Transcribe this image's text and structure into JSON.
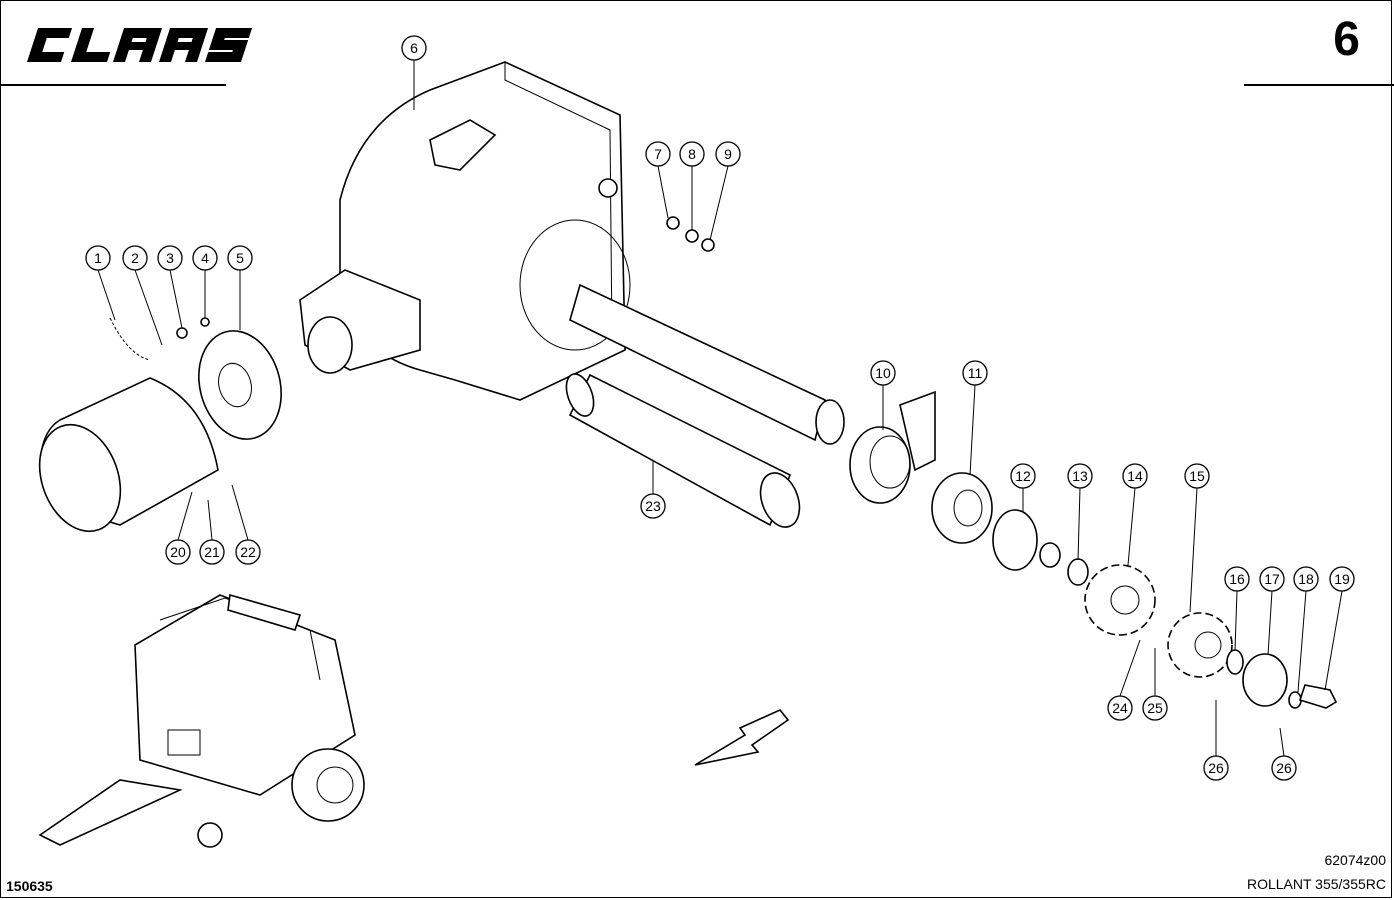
{
  "header": {
    "brand": "CLAAS",
    "page_number": "6"
  },
  "footer": {
    "doc_ref": "150635",
    "drawing_code": "62074z00",
    "model": "ROLLANT 355/355RC"
  },
  "callouts": [
    "1",
    "2",
    "3",
    "4",
    "5",
    "6",
    "7",
    "8",
    "9",
    "10",
    "11",
    "12",
    "13",
    "14",
    "15",
    "16",
    "17",
    "18",
    "19",
    "20",
    "21",
    "22",
    "23",
    "24",
    "25",
    "26",
    "26"
  ],
  "colors": {
    "ink": "#000000",
    "paper": "#ffffff"
  },
  "icons": {
    "direction": "arrow-down-left-icon"
  }
}
